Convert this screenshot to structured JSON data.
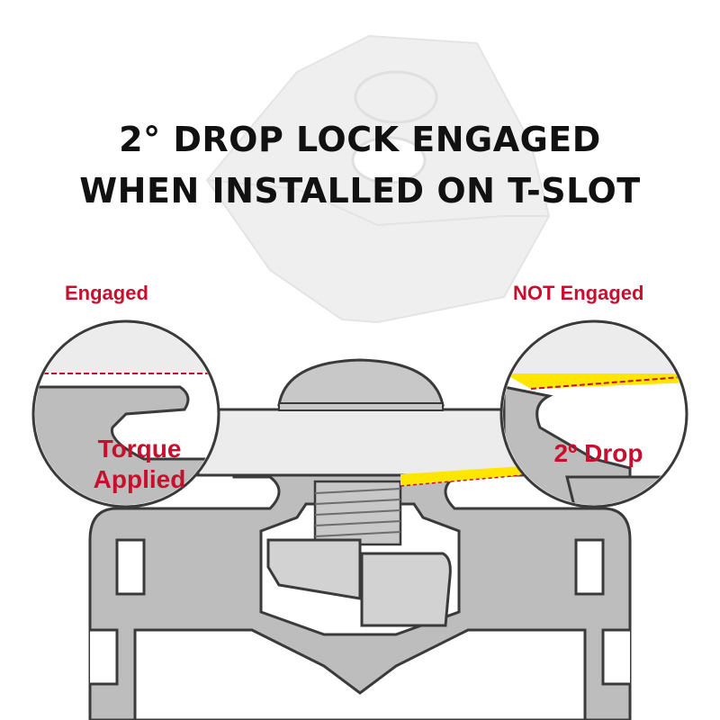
{
  "title": {
    "line1": "2° DROP LOCK ENGAGED",
    "line2": "WHEN INSTALLED ON T-SLOT"
  },
  "labels": {
    "left": "Engaged",
    "right": "NOT Engaged"
  },
  "callouts": {
    "left_line1": "Torque",
    "left_line2": "Applied",
    "right": "2º Drop"
  },
  "colors": {
    "accent_red": "#c8102e",
    "drop_highlight": "#ffe600",
    "profile_gray": "#bdbdbd",
    "outline": "#3a3a3a",
    "nut_ghost": "#eeeeee"
  }
}
